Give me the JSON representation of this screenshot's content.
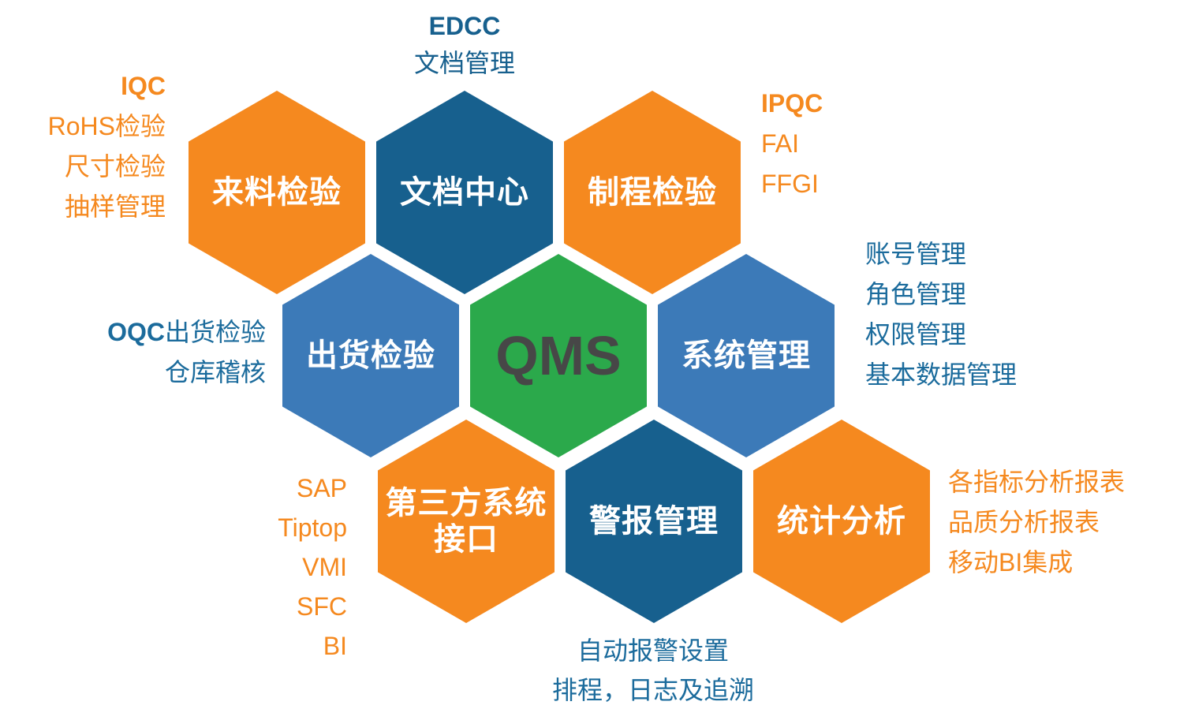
{
  "diagram_title": "QMS",
  "colors": {
    "orange": "#F5891F",
    "dark_blue": "#17608E",
    "medium_blue": "#3C7AB8",
    "green": "#2BA94B",
    "annotation_teal": "#1B6B9C",
    "annotation_orange": "#F5891F",
    "qms_text": "#474747",
    "hex_label_text": "#FFFFFF",
    "background": "#FFFFFF"
  },
  "hexagons": {
    "incoming": {
      "label": "来料检验"
    },
    "document": {
      "label": "文档中心"
    },
    "process": {
      "label": "制程检验"
    },
    "shipping": {
      "label": "出货检验"
    },
    "qms": {
      "label": "QMS"
    },
    "system": {
      "label": "系统管理"
    },
    "thirdparty": {
      "label_line1": "第三方系统",
      "label_line2": "接口"
    },
    "alarm": {
      "label": "警报管理"
    },
    "stats": {
      "label": "统计分析"
    }
  },
  "annotations": {
    "iqc": {
      "title": "IQC",
      "items": [
        "RoHS检验",
        "尺寸检验",
        "抽样管理"
      ]
    },
    "edcc": {
      "title": "EDCC",
      "items": [
        "文档管理"
      ]
    },
    "ipqc": {
      "title": "IPQC",
      "items": [
        "FAI",
        "FFGI"
      ]
    },
    "oqc": {
      "title": "OQC",
      "title_suffix": "出货检验",
      "items": [
        "仓库稽核"
      ]
    },
    "system": {
      "items": [
        "账号管理",
        "角色管理",
        "权限管理",
        "基本数据管理"
      ]
    },
    "thirdparty": {
      "items": [
        "SAP",
        "Tiptop",
        "VMI",
        "SFC",
        "BI"
      ]
    },
    "alarm": {
      "items": [
        "自动报警设置",
        "排程，日志及追溯"
      ]
    },
    "stats": {
      "items": [
        "各指标分析报表",
        "品质分析报表",
        "移动BI集成"
      ]
    }
  }
}
